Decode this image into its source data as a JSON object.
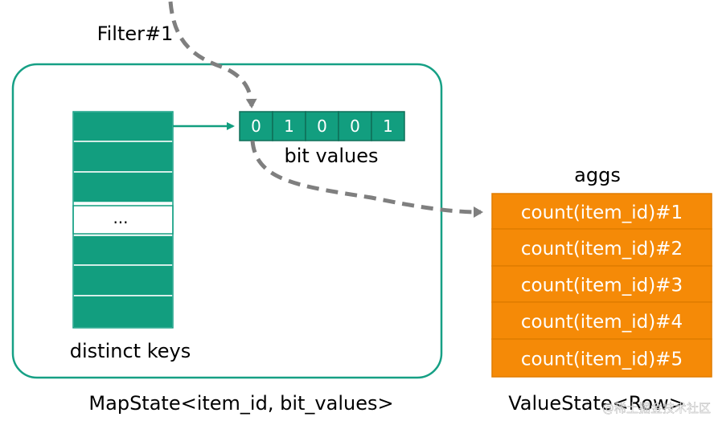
{
  "labels": {
    "filter": "Filter#1",
    "bit_values": "bit values",
    "aggs": "aggs",
    "ellipsis": "...",
    "distinct_keys": "distinct keys",
    "mapstate": "MapState<item_id, bit_values>",
    "valuestate": "ValueState<Row>",
    "watermark": "@稀土掘金技术社区"
  },
  "bits": [
    "0",
    "1",
    "0",
    "0",
    "1"
  ],
  "aggs": [
    "count(item_id)#1",
    "count(item_id)#2",
    "count(item_id)#3",
    "count(item_id)#4",
    "count(item_id)#5"
  ],
  "colors": {
    "teal": "#129E7F",
    "teal_border": "#16A085",
    "orange": "#F58A07",
    "orange_border": "#E07C00",
    "gray_arrow": "#7F7F7F"
  }
}
